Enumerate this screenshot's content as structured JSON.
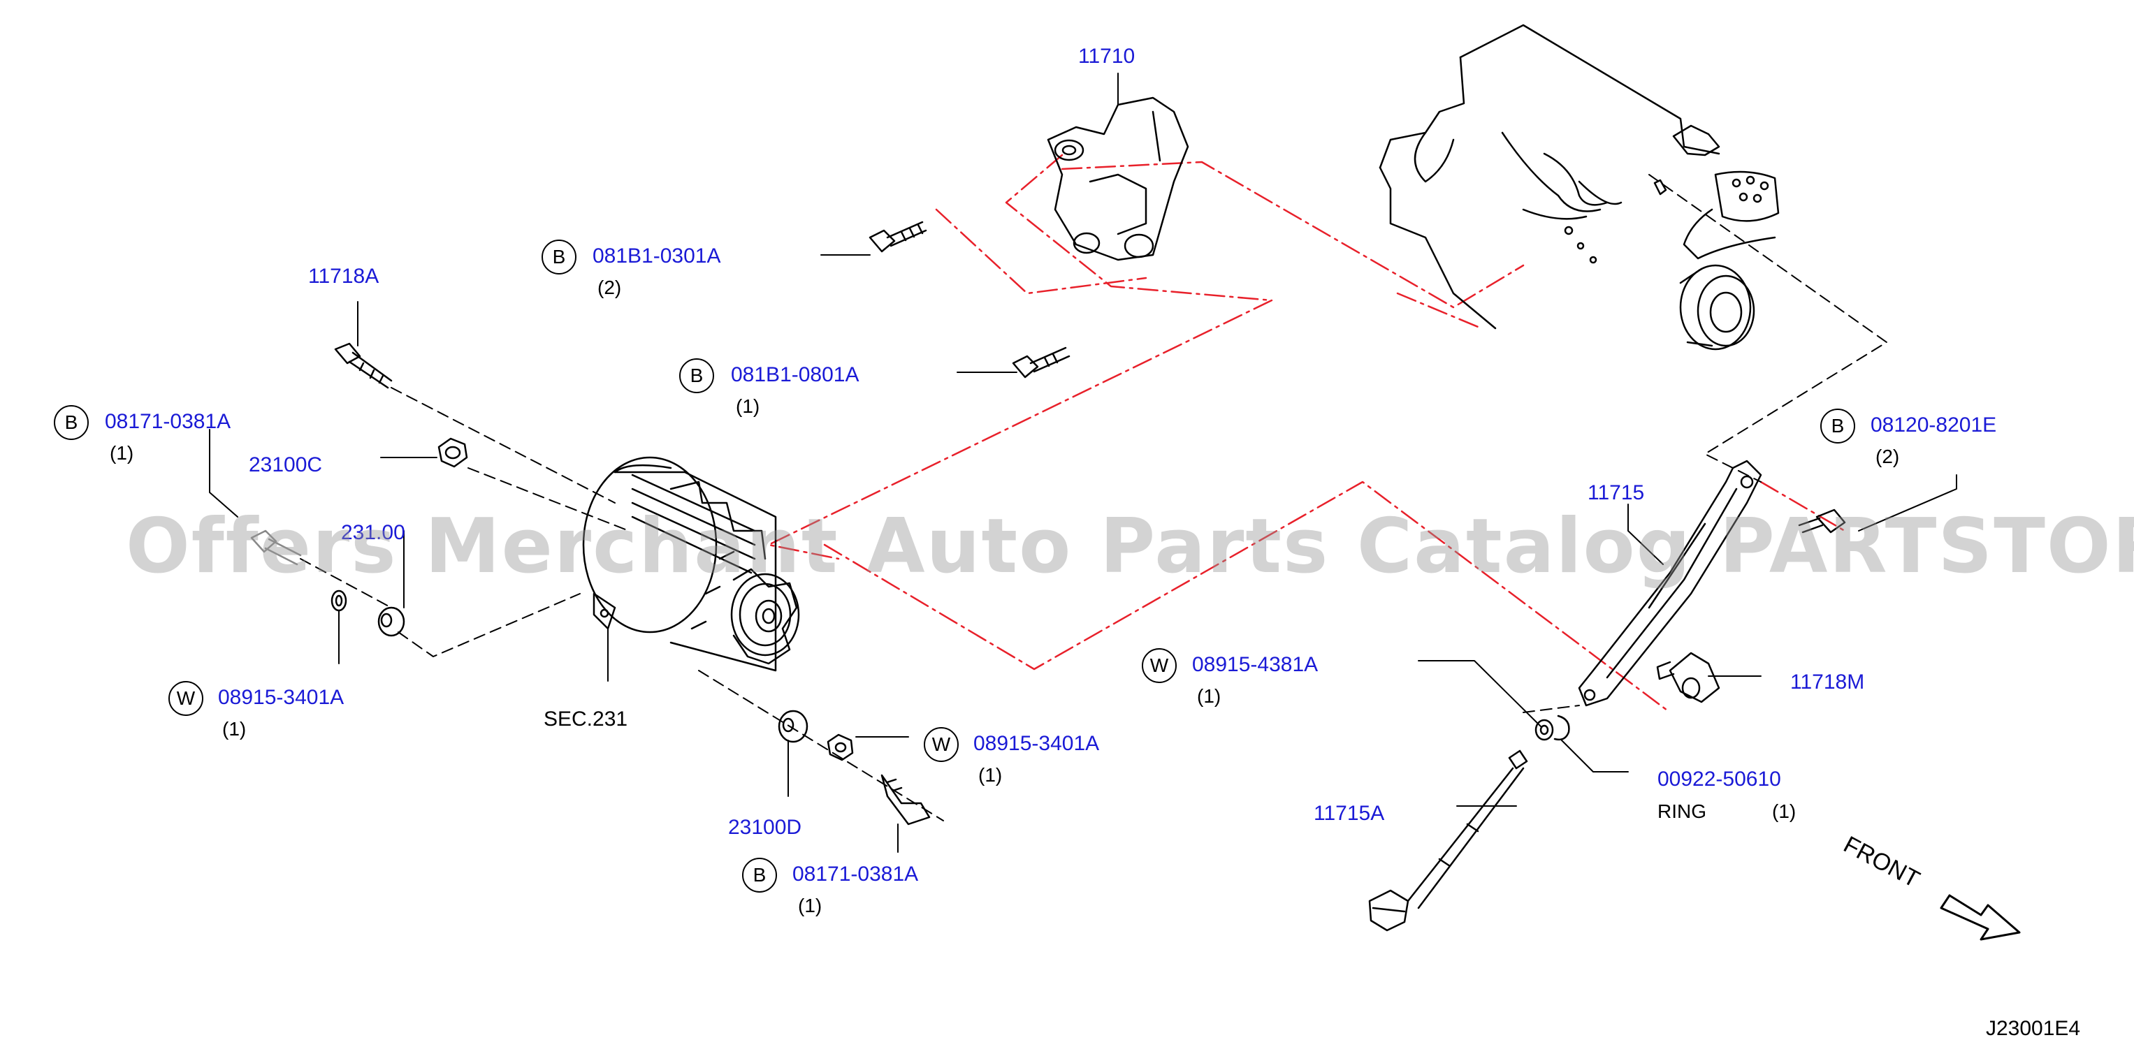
{
  "parts": {
    "p11710": "11710",
    "p081b1_0301a": {
      "mark": "B",
      "number": "081B1-0301A",
      "qty": "(2)"
    },
    "p081b1_0801a": {
      "mark": "B",
      "number": "081B1-0801A",
      "qty": "(1)"
    },
    "p11718a": "11718A",
    "p08171_0381a_left": {
      "mark": "B",
      "number": "08171-0381A",
      "qty": "(1)"
    },
    "p23100c": "23100C",
    "p23100b_partial": "231.00",
    "p08915_3401a_left": {
      "mark": "W",
      "number": "08915-3401A",
      "qty": "(1)"
    },
    "sec231": "SEC.231",
    "p23100d": "23100D",
    "p08915_3401a_right": {
      "mark": "W",
      "number": "08915-3401A",
      "qty": "(1)"
    },
    "p08171_0381a_bottom": {
      "mark": "B",
      "number": "08171-0381A",
      "qty": "(1)"
    },
    "p08915_4381a": {
      "mark": "W",
      "number": "08915-4381A",
      "qty": "(1)"
    },
    "p08120_8201e": {
      "mark": "B",
      "number": "08120-8201E",
      "qty": "(2)"
    },
    "p11715": "11715",
    "p11718m": "11718M",
    "p00922_50610": {
      "number": "00922-50610",
      "name": "RING",
      "qty": "(1)"
    },
    "p11715a": "11715A"
  },
  "front_label": "FRONT",
  "diagram_code": "J23001E4",
  "watermark": "Offers Merchant Auto Parts Catalog PARTSTORE.SA",
  "colors": {
    "part_number": "#1a1ad6",
    "phantom_line": "#e8202a",
    "ink": "#000000"
  }
}
